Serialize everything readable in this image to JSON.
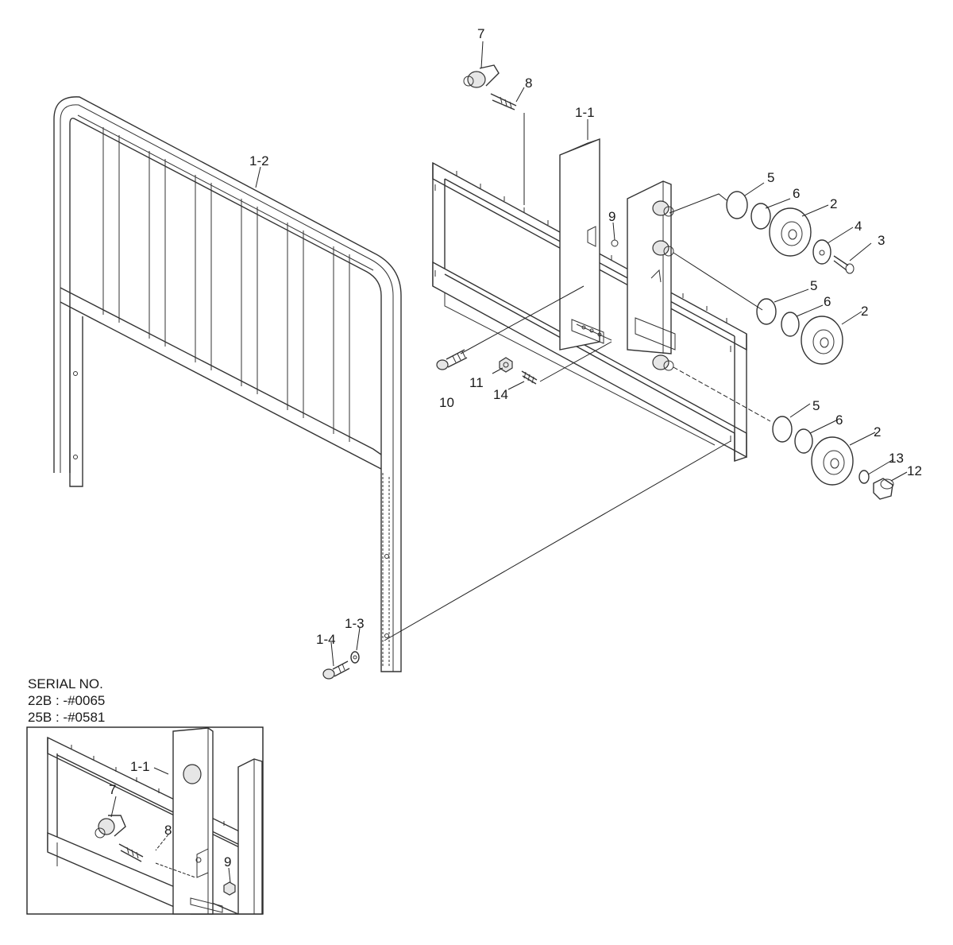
{
  "labels": {
    "l_7": "7",
    "l_8": "8",
    "l_1_1": "1-1",
    "l_1_2": "1-2",
    "l_9": "9",
    "l_5a": "5",
    "l_6a": "6",
    "l_2a": "2",
    "l_4": "4",
    "l_3": "3",
    "l_5b": "5",
    "l_6b": "6",
    "l_2b": "2",
    "l_11": "11",
    "l_14": "14",
    "l_10": "10",
    "l_5c": "5",
    "l_6c": "6",
    "l_2c": "2",
    "l_13": "13",
    "l_12": "12",
    "l_1_4": "1-4",
    "l_1_3": "1-3"
  },
  "serial": {
    "heading": "SERIAL NO.",
    "line1": "22B : -#0065",
    "line2": "25B : -#0581"
  },
  "inset_labels": {
    "l_1_1": "1-1",
    "l_7": "7",
    "l_8": "8",
    "l_9": "9"
  }
}
